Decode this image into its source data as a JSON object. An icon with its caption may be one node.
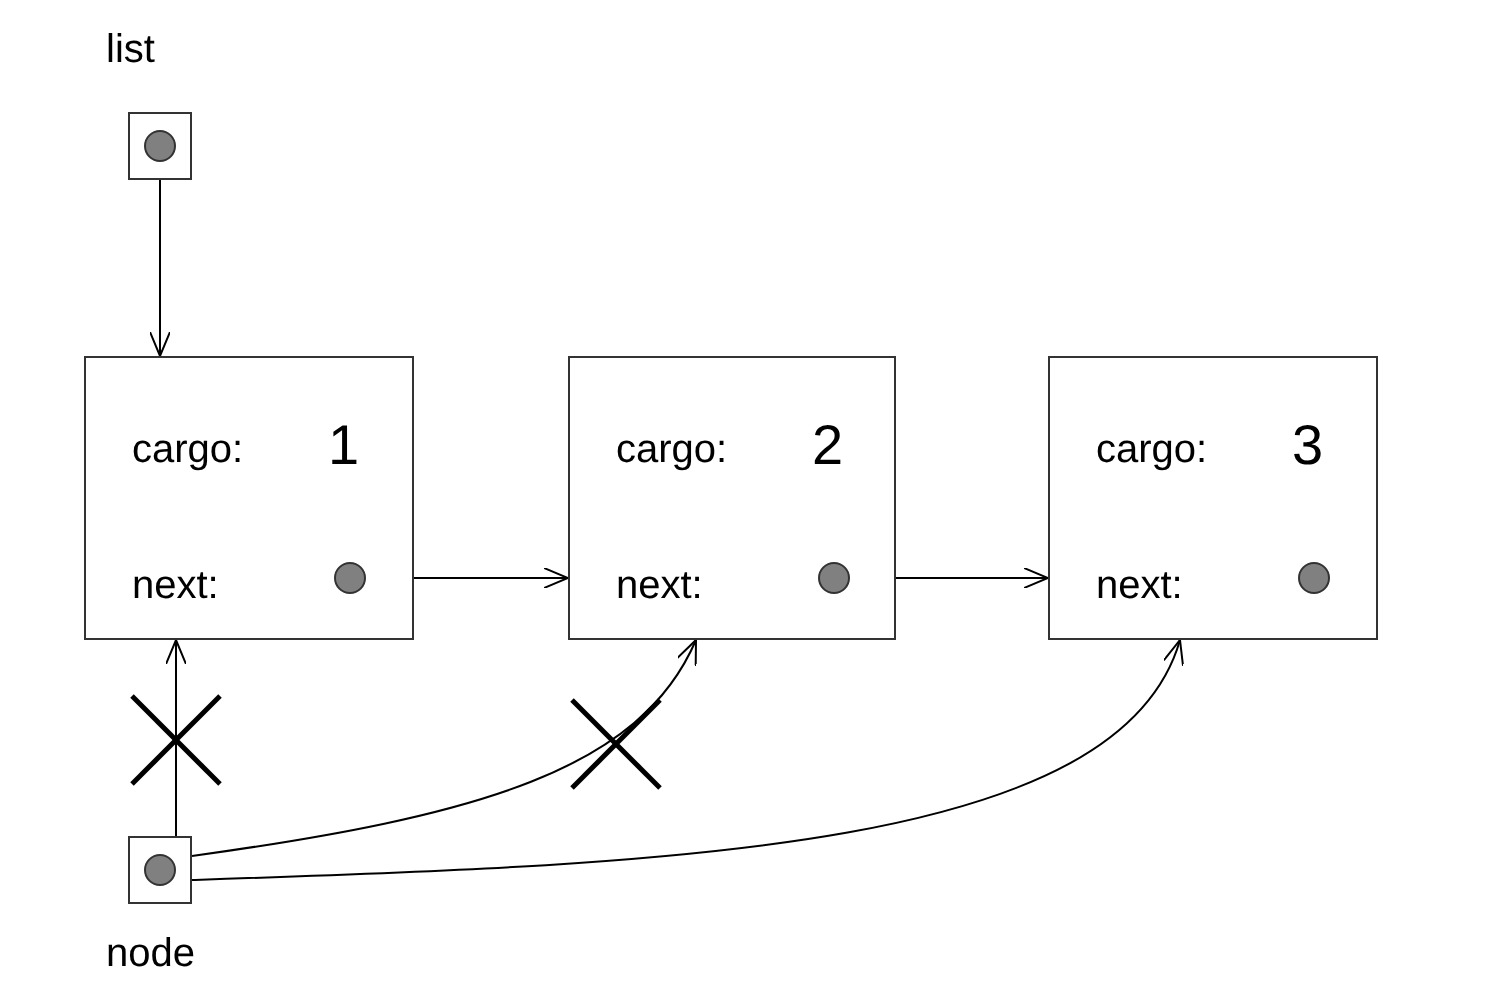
{
  "diagram": {
    "nodes": [
      {
        "text": [
          "list"
        ]
      },
      {
        "text": [
          "cargo:",
          "1",
          "next:"
        ]
      },
      {
        "text": [
          "cargo:",
          "2",
          "next:"
        ]
      },
      {
        "text": [
          "cargo:",
          "3",
          "next:"
        ]
      },
      {
        "text": [
          "node"
        ]
      }
    ],
    "edges": [
      {
        "from": 0,
        "to": 1,
        "arrow": "to"
      },
      {
        "from": 1,
        "to": 2,
        "arrow": "to"
      },
      {
        "from": 2,
        "to": 3,
        "arrow": "to"
      },
      {
        "from": 4,
        "to": 1,
        "arrow": "to"
      },
      {
        "from": 4,
        "to": 2,
        "arrow": "to"
      },
      {
        "from": 4,
        "to": 3,
        "arrow": "to"
      }
    ]
  }
}
